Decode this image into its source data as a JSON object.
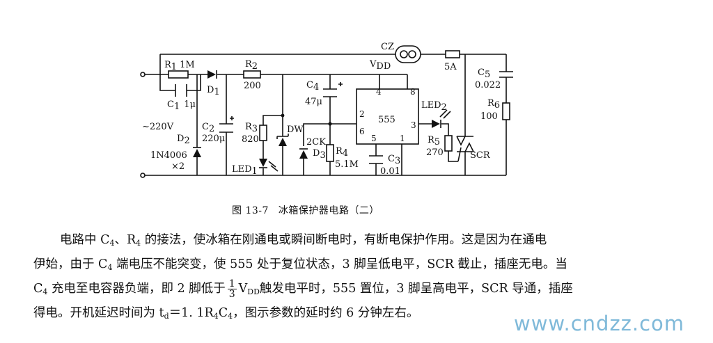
{
  "diagram": {
    "title": "冰箱保护器电路（二）",
    "figure_number": "图 13-7",
    "labels": {
      "r1": "R",
      "r1_sub": "1",
      "r1_value": "1M",
      "c1": "C",
      "c1_sub": "1",
      "c1_value": "1μ",
      "d1": "D",
      "d1_sub": "1",
      "r2": "R",
      "r2_sub": "2",
      "r2_value": "200",
      "vdd": "V",
      "vdd_sub": "DD",
      "cz": "CZ",
      "fuse": "5A",
      "c5": "C",
      "c5_sub": "5",
      "c5_value": "0.022",
      "r6": "R",
      "r6_sub": "6",
      "r6_value": "100",
      "ac_source": "~220V",
      "d2": "D",
      "d2_sub": "2",
      "d2_part": "1N4006",
      "d2_count": "×2",
      "c2": "C",
      "c2_sub": "2",
      "c2_value": "220μ",
      "r3": "R",
      "r3_sub": "3",
      "r3_value": "820",
      "led1": "LED",
      "led1_sub": "1",
      "dw": "DW",
      "c4": "C",
      "c4_sub": "4",
      "c4_value": "47μ",
      "d3_part": "2CK",
      "d3": "D",
      "d3_sub": "3",
      "r4": "R",
      "r4_sub": "4",
      "r4_value": "5.1M",
      "ic": "555",
      "pin8": "8",
      "pin4": "4",
      "pin2": "2",
      "pin6": "6",
      "pin3": "3",
      "pin5": "5",
      "pin1": "1",
      "c3": "C",
      "c3_sub": "3",
      "c3_value": "0.01",
      "led2": "LED",
      "led2_sub": "2",
      "r5": "R",
      "r5_sub": "5",
      "r5_value": "270",
      "scr": "SCR"
    }
  },
  "body_text": {
    "l1_a": "电路中 C",
    "l1_s1": "4",
    "l1_b": "、R",
    "l1_s2": "4",
    "l1_c": " 的接法，使冰箱在刚通电或瞬间断电时，有断电保护作用。这是因为在通电",
    "l2_a": "伊始，由于 C",
    "l2_s1": "4",
    "l2_b": " 端电压不能突变，使 555 处于复位状态，3 脚呈低电平，SCR 截止，插座无电。当",
    "l3_a": "C",
    "l3_s1": "4",
    "l3_b": " 充电至电容器负端，即 2 脚低于",
    "l3_frac_num": "1",
    "l3_frac_den": "3",
    "l3_c": "V",
    "l3_s2": "DD",
    "l3_d": "触发电平时，555 置位，3 脚呈高电平，SCR 导通，插座",
    "l4_a": "得电。开机延迟时间为 t",
    "l4_s1": "d",
    "l4_b": "＝1. 1R",
    "l4_s2": "4",
    "l4_c": "C",
    "l4_s3": "4",
    "l4_d": "，图示参数的延时约 6 分钟左右。"
  },
  "watermark": "www.cndzz.com"
}
